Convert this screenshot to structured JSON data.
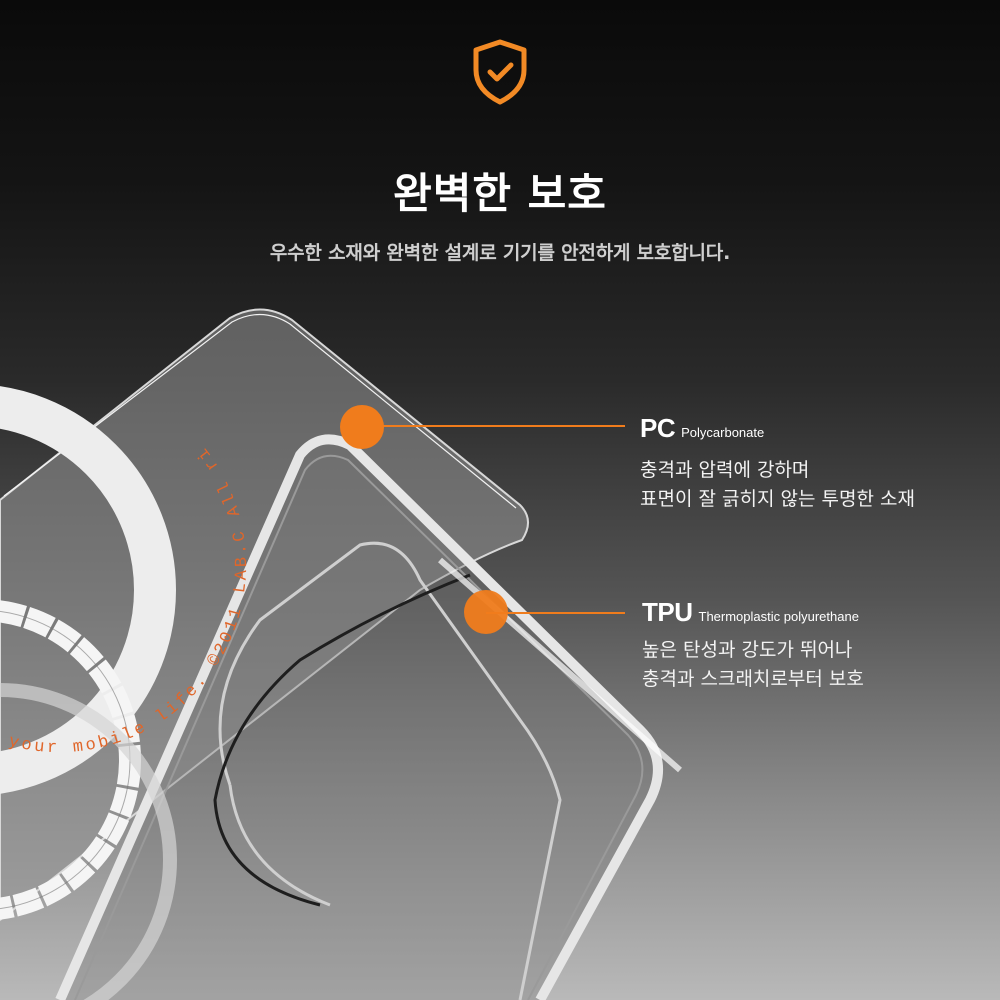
{
  "header": {
    "icon": "shield-check-icon",
    "title": "완벽한 보호",
    "subtitle": "우수한 소재와 완벽한 설계로 기기를 안전하게 보호합니다."
  },
  "colors": {
    "accent": "#f07c1c",
    "bg_top": "#0a0a0a",
    "bg_bottom": "#b9b9b9",
    "text_primary": "#ffffff",
    "text_secondary": "#cfcfcf"
  },
  "callouts": [
    {
      "code": "PC",
      "name": "Polycarbonate",
      "lines": [
        "충격과 압력에 강하며",
        "표면이 잘 긁히지 않는 투명한 소재"
      ]
    },
    {
      "code": "TPU",
      "name": "Thermoplastic polyurethane",
      "lines": [
        "높은 탄성과 강도가 뛰어나",
        "충격과 스크래치로부터 보호"
      ]
    }
  ],
  "ring": {
    "text": "your mobile life. ©2011 LAB.C All ri"
  }
}
